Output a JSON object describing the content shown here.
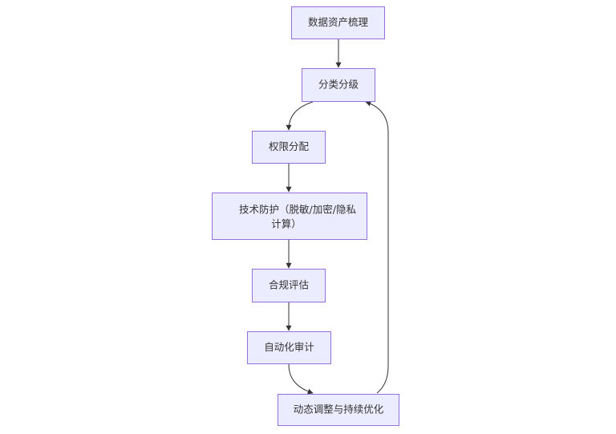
{
  "nodes": {
    "data_asset_review": "数据资产梳理",
    "classification_grading": "分类分级",
    "permission_allocation": "权限分配",
    "tech_protection_line1": "技术防护（脱敏/加密/隐私",
    "tech_protection_line2": "计算）",
    "compliance_assessment": "合规评估",
    "automated_audit": "自动化审计",
    "dynamic_adjustment": "动态调整与持续优化"
  },
  "colors": {
    "node_fill": "#ECECFF",
    "node_stroke": "#9370DB",
    "edge": "#333333",
    "text": "#333333"
  }
}
